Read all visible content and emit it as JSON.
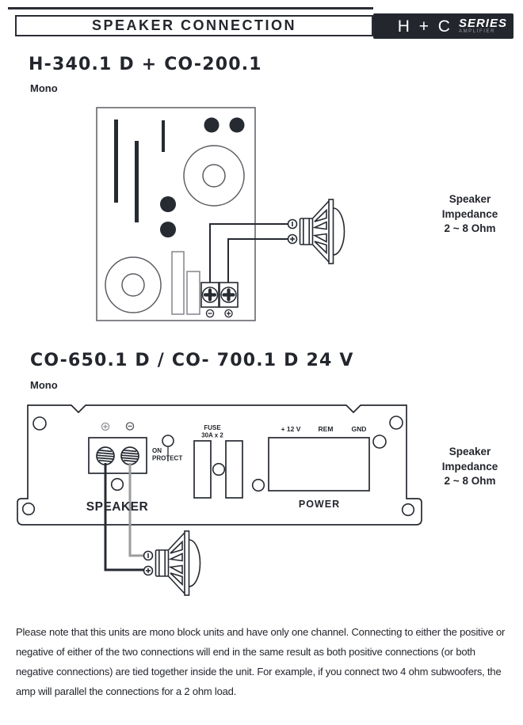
{
  "header": {
    "title": "SPEAKER CONNECTION",
    "logo": {
      "name": "H + C",
      "series": "SERIES",
      "tagline": "AMPLIFIER"
    }
  },
  "sections": [
    {
      "heading": "H-340.1 D + CO-200.1",
      "mode": "Mono",
      "impedance": [
        "Speaker",
        "Impedance",
        "2 ~ 8 Ohm"
      ]
    },
    {
      "heading": "CO-650.1 D / CO- 700.1 D 24 V",
      "mode": "Mono",
      "impedance": [
        "Speaker",
        "Impedance",
        "2 ~ 8 Ohm"
      ],
      "panel": {
        "speaker_label": "SPEAKER",
        "power_label": "POWER",
        "fuse_label_1": "FUSE",
        "fuse_label_2": "30A x 2",
        "led_label_1": "ON",
        "led_label_2": "PROTECT",
        "power_terminals": [
          "+ 12 V",
          "REM",
          "GND"
        ]
      }
    }
  ],
  "note": "Please note that this units are mono block units and have only one channel. Connecting to either the positive or negative of either of the two connections will end in the same result as both positive connections (or both negative connections) are tied together inside the unit. For example, if you connect two 4 ohm subwoofers, the amp will parallel the connections for a 2 ohm load.",
  "colors": {
    "ink": "#23262c",
    "board_stroke": "#5b5e63",
    "wire_gray": "#9a9c9e",
    "logo_bg": "#23262c"
  }
}
